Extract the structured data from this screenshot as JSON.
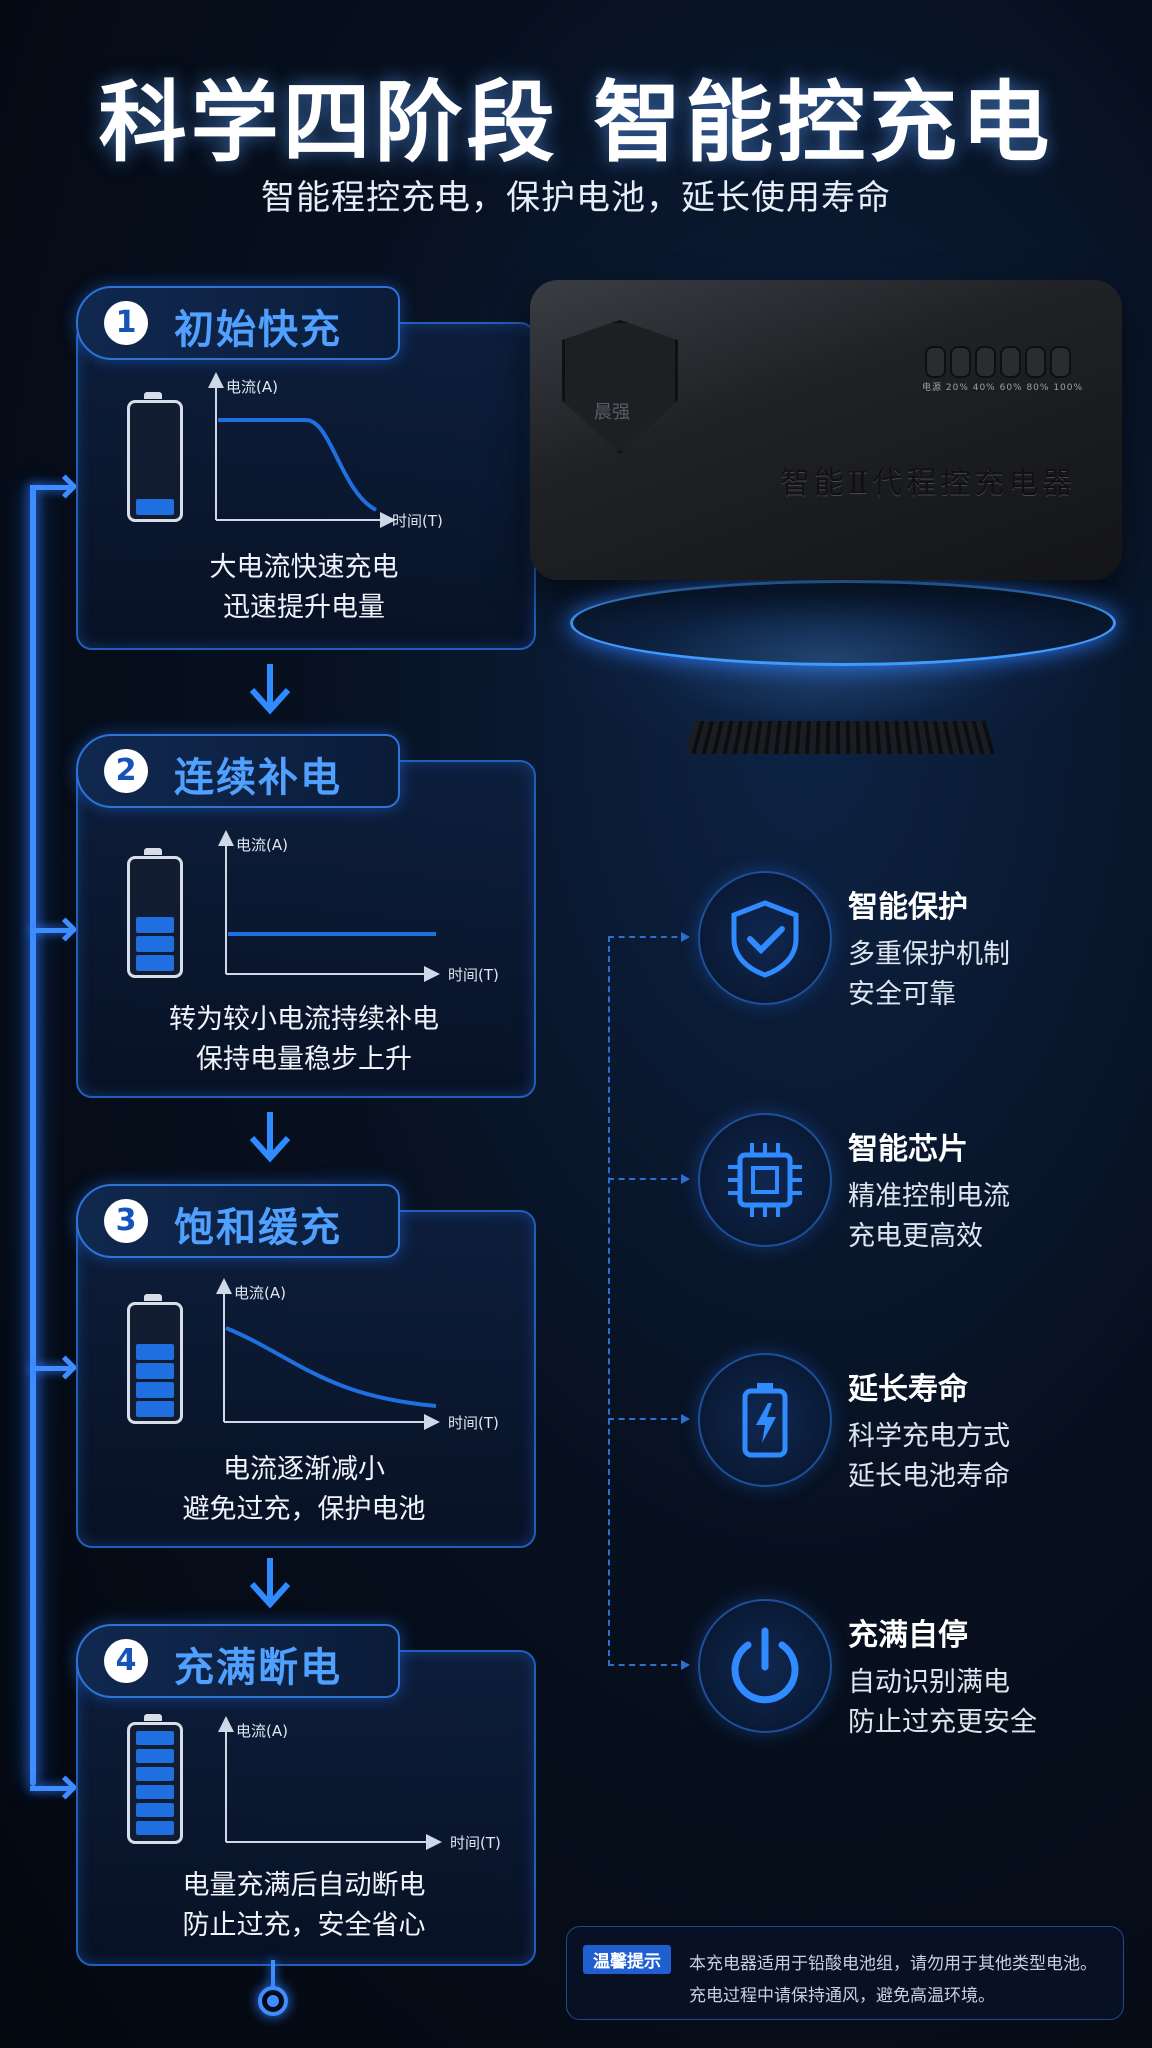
{
  "title": "科学四阶段 智能控充电",
  "subtitle": "智能程控充电，保护电池，延长使用寿命",
  "stages": [
    {
      "num": "1",
      "label": "初始快充",
      "y_axis": "电流(A)",
      "x_axis": "时间(T)",
      "text1": "大电流快速充电",
      "text2": "迅速提升电量",
      "battery_bars": 1
    },
    {
      "num": "2",
      "label": "连续补电",
      "y_axis": "电流(A)",
      "x_axis": "时间(T)",
      "text1": "转为较小电流持续补电",
      "text2": "保持电量稳步上升",
      "battery_bars": 3
    },
    {
      "num": "3",
      "label": "饱和缓充",
      "y_axis": "电流(A)",
      "x_axis": "时间(T)",
      "text1": "电流逐渐减小",
      "text2": "避免过充，保护电池",
      "battery_bars": 4
    },
    {
      "num": "4",
      "label": "充满断电",
      "y_axis": "电流(A)",
      "x_axis": "时间(T)",
      "text1": "电量充满后自动断电",
      "text2": "防止过充，安全省心",
      "battery_bars": 6
    }
  ],
  "product": {
    "name": "智能Ⅱ代程控充电器",
    "brand": "晨强",
    "led_labels": "电源 20% 40% 60% 80% 100%"
  },
  "features": [
    {
      "icon": "shield-check-icon",
      "title": "智能保护",
      "line1": "多重保护机制",
      "line2": "安全可靠"
    },
    {
      "icon": "chip-icon",
      "title": "智能芯片",
      "line1": "精准控制电流",
      "line2": "充电更高效"
    },
    {
      "icon": "battery-charge-icon",
      "title": "延长寿命",
      "line1": "科学充电方式",
      "line2": "延长电池寿命"
    },
    {
      "icon": "power-icon",
      "title": "充满自停",
      "line1": "自动识别满电",
      "line2": "防止过充更安全"
    }
  ],
  "tip": {
    "badge": "温馨提示",
    "line1": "本充电器适用于铅酸电池组，请勿用于其他类型电池。",
    "line2": "充电过程中请保持通风，避免高温环境。"
  },
  "colors": {
    "accent": "#3f8dff",
    "label_blue": "#4fa0ff",
    "battery_fill": "#1f6fe0"
  }
}
